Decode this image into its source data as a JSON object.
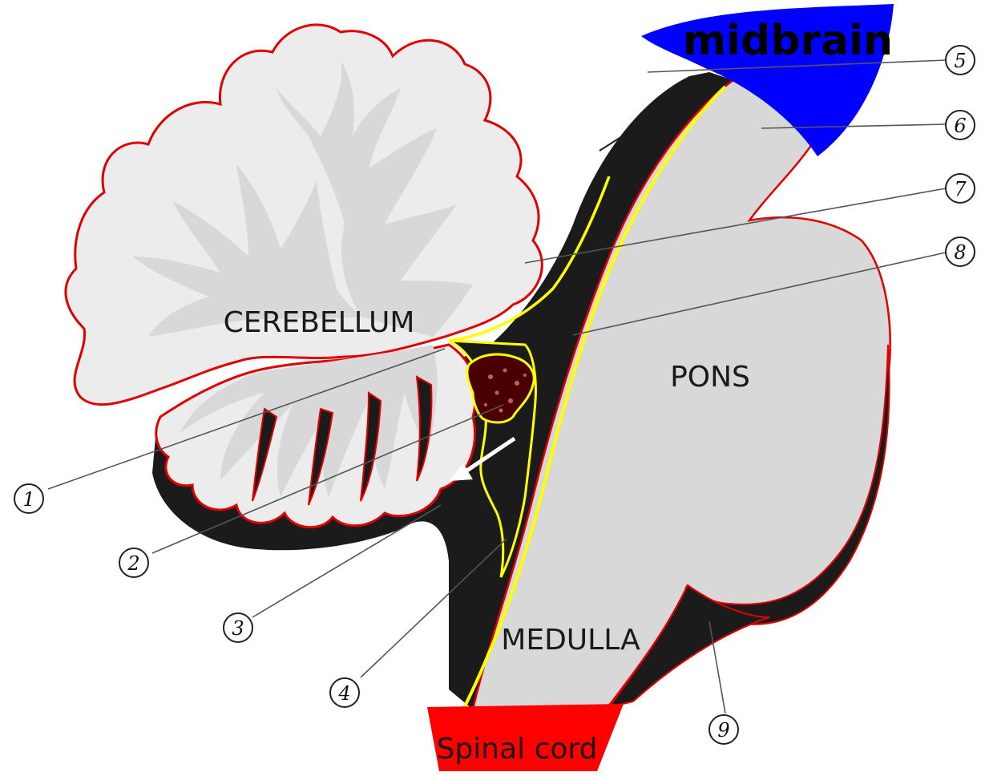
{
  "regions": {
    "cerebellum": "CEREBELLUM",
    "pons": "PONS",
    "medulla": "MEDULLA",
    "midbrain": "midbrain",
    "spinal_cord": "Spinal cord"
  },
  "callouts": [
    "1",
    "2",
    "3",
    "4",
    "5",
    "6",
    "7",
    "8",
    "9"
  ],
  "colors": {
    "midbrain": "#0000ff",
    "spinal_cord": "#ff0000",
    "pia_outline": "#e00000",
    "csf_space": "#1b1b1b",
    "arachnoid_line": "#ffff00",
    "white_matter": "#d8d8d8",
    "grey_matter": "#ececec",
    "choroid_plexus": "#5a0000"
  }
}
